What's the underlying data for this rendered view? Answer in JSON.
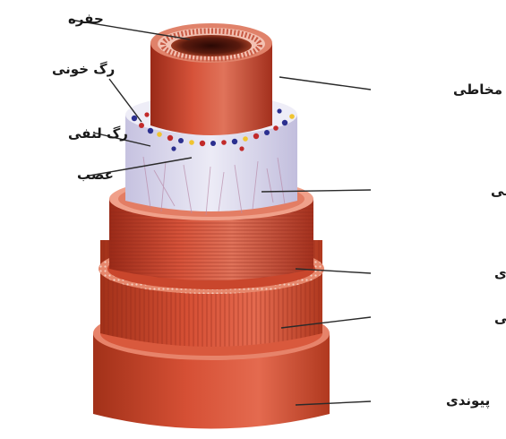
{
  "labels": {
    "lumen": "حفره",
    "blood_vessel": "رگ خونی",
    "lymph_vessel": "رگ لنفی",
    "nerve": "عصب",
    "mucosa": "مخاطی",
    "submucosa": "زیرمخاطی",
    "circular_muscle": "ماهیچه حلقوی",
    "longitudinal_muscle": "ماهیچه طولی",
    "connective": "پیوندی"
  },
  "colors": {
    "tissue_red": "#c8412e",
    "tissue_light": "#e2735a",
    "tissue_dark": "#8e2617",
    "submucosa": "#d9d6ec",
    "submucosa_shade": "#b9b4d6",
    "lumen_dark": "#3a0f08",
    "blood_dot": "#c22a2a",
    "lymph_dot": "#f0c430",
    "nerve_dot": "#2b2f8f"
  }
}
